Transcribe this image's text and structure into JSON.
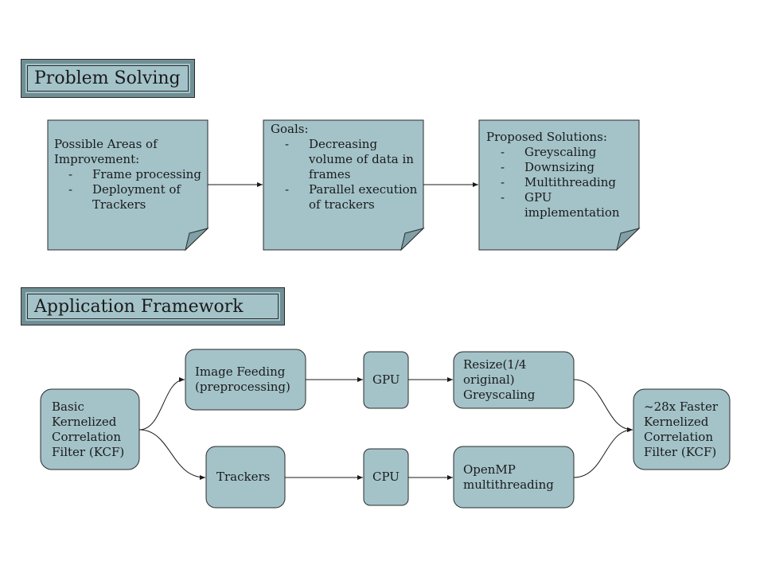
{
  "sections": {
    "problem_solving": "Problem Solving",
    "application_framework": "Application Framework"
  },
  "notes": {
    "areas": {
      "heading": "Possible Areas of Improvement:",
      "items": [
        "Frame processing",
        "Deployment of Trackers"
      ]
    },
    "goals": {
      "heading": "Goals:",
      "items": [
        "Decreasing volume of data in frames",
        "Parallel execution of trackers"
      ]
    },
    "solutions": {
      "heading": "Proposed Solutions:",
      "items": [
        "Greyscaling",
        "Downsizing",
        "Multithreading",
        "GPU implementation"
      ]
    }
  },
  "nodes": {
    "basic_kcf": "Basic Kernelized Correlation Filter (KCF)",
    "image_feeding": "Image Feeding (preprocessing)",
    "gpu": "GPU",
    "resize": "Resize(1/4 original) Greyscaling",
    "trackers": "Trackers",
    "cpu": "CPU",
    "openmp": "OpenMP multithreading",
    "faster_kcf": "~28x Faster Kernelized Correlation Filter (KCF)"
  },
  "colors": {
    "fill": "#a3c3c9",
    "stroke": "#2b2b2b",
    "bevel": "#6f8f95"
  }
}
